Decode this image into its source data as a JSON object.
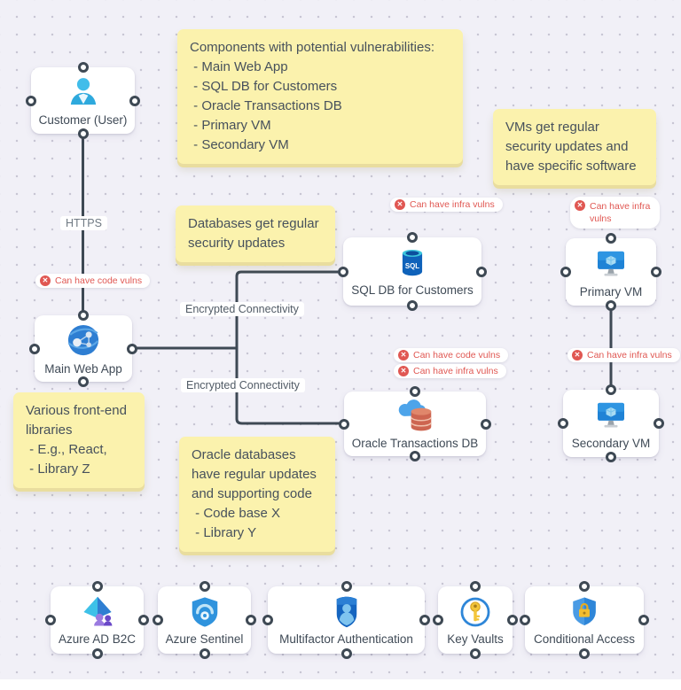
{
  "colors": {
    "canvas_bg": "#f1f0f7",
    "connector": "#3e4954",
    "sticky_note_bg": "#fbf2ad",
    "alert_red": "#e05752",
    "node_label": "#3f4a56"
  },
  "nodes": {
    "customer": {
      "label": "Customer (User)"
    },
    "web_app": {
      "label": "Main Web App"
    },
    "sql_db": {
      "label": "SQL DB for Customers"
    },
    "oracle_db": {
      "label": "Oracle Transactions DB"
    },
    "primary_vm": {
      "label": "Primary VM"
    },
    "secondary_vm": {
      "label": "Secondary VM"
    },
    "aad_b2c": {
      "label": "Azure AD B2C"
    },
    "sentinel": {
      "label": "Azure Sentinel"
    },
    "mfa": {
      "label": "Multifactor Authentication"
    },
    "key_vaults": {
      "label": "Key Vaults"
    },
    "conditional_access": {
      "label": "Conditional Access"
    }
  },
  "icons": {
    "sql_text": "SQL"
  },
  "notes": {
    "components": "Components with potential vulnerabilities:\n - Main Web App\n - SQL DB for Customers\n - Oracle Transactions DB\n - Primary VM\n - Secondary VM",
    "vms": "VMs get regular\nsecurity updates and\nhave specific software",
    "databases": "Databases get regular\nsecurity updates",
    "frontend": "Various front-end\nlibraries\n - E.g., React,\n - Library Z",
    "oracle": "Oracle databases\nhave regular updates\nand supporting code\n - Code base X\n - Library Y"
  },
  "badges": {
    "code": "Can have code vulns",
    "infra": "Can have infra vulns"
  },
  "edge_labels": {
    "https": "HTTPS",
    "encrypted": "Encrypted Connectivity"
  }
}
